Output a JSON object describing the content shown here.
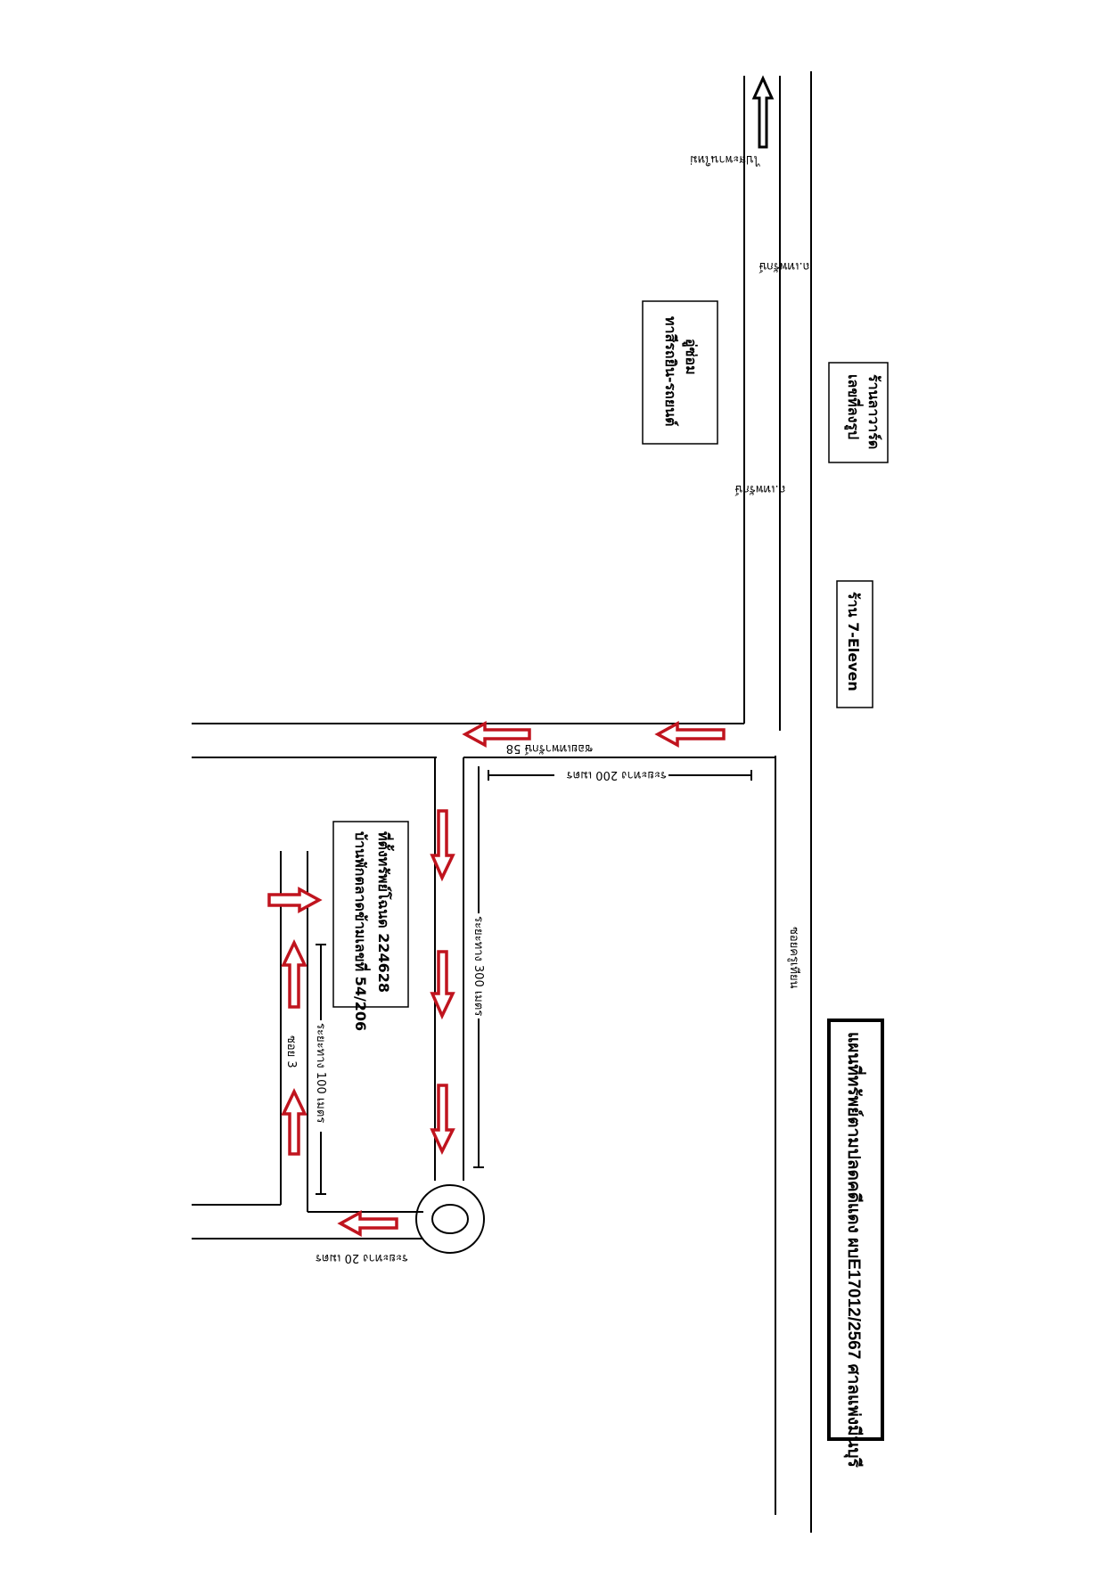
{
  "title": "แผนที่ทรัพย์ตามปลดคดีแดง ผบE17012/2567 ศาลแพ่งมีนบุรี",
  "direction_top": "ไปสะพานใหม่",
  "roads": {
    "main_upper": "ถ.เทพรักษ์",
    "main_lower": "ถ.เทพรักษ์",
    "soi_58": "ซอยเทพารักษ์ 58",
    "soi_khru": "ซอยครูเทียน",
    "soi_3": "ซอย 3"
  },
  "landmarks": {
    "left_box_line1": "ร้านลาวาร์ด",
    "left_box_line2": "เลขที่ลงรูป",
    "mid_box_line1": "อู่ซ่อม",
    "mid_box_line2": "ทาสีรถยิน-รถยนต์",
    "seven_eleven": "ร้าน 7-Eleven",
    "property_line1": "ที่ตั้งทรัพย์โฉนด 224628",
    "property_line2": "บ้านพักตลาดข้ามเลขที่ 54/206"
  },
  "distances": {
    "d200": "ระยะทาง 200 เมตร",
    "d300": "ระยะทาง 300 เมตร",
    "d100": "ระยะทาง 100 เมตร",
    "d20": "ระยะทาง 20 เมตร"
  },
  "colors": {
    "arrow": "#c0141e",
    "ink": "#000000"
  }
}
